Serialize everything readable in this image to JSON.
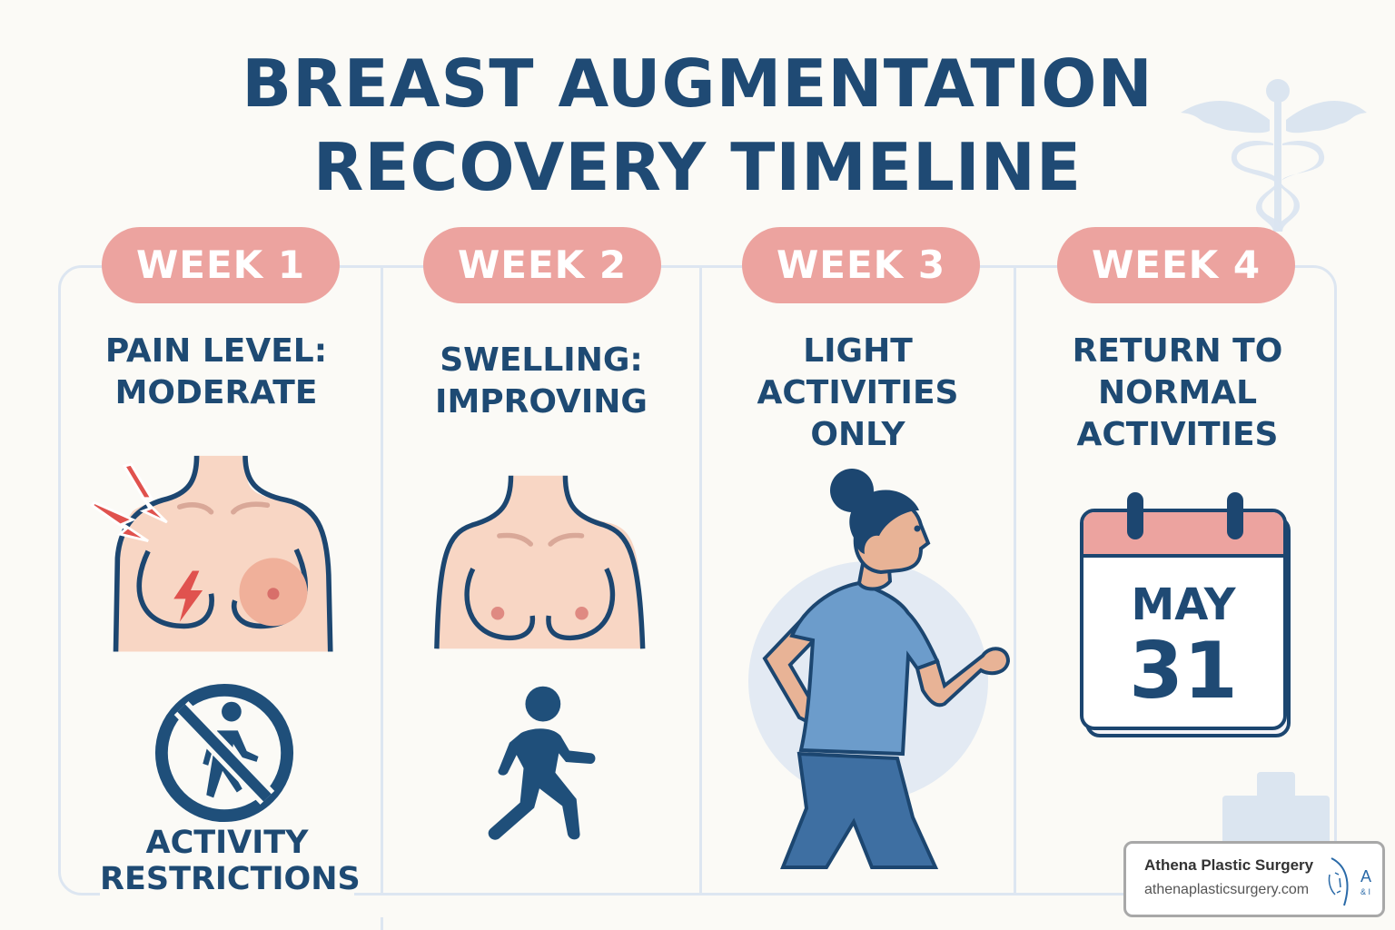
{
  "title": {
    "line1": "BREAST AUGMENTATION",
    "line2": "RECOVERY TIMELINE"
  },
  "colors": {
    "navy": "#1f4a74",
    "pill": "#eca39f",
    "divider": "#dde6f1",
    "background": "#fbfaf6",
    "skin": "#f8d6c4",
    "pain_red": "#e0524e",
    "shirt": "#6c9ccb",
    "pants": "#3e6fa2"
  },
  "weeks": [
    {
      "label": "WEEK 1",
      "heading_lines": [
        "PAIN LEVEL:",
        "MODERATE"
      ],
      "illustration": "torso-with-pain-icon",
      "secondary_icon": "no-walking-icon",
      "subheading_lines": [
        "ACTIVITY",
        "RESTRICTIONS"
      ]
    },
    {
      "label": "WEEK 2",
      "heading_lines": [
        "SWELLING:",
        "IMPROVING"
      ],
      "illustration": "torso-icon",
      "secondary_icon": "walking-person-icon"
    },
    {
      "label": "WEEK 3",
      "heading_lines": [
        "LIGHT",
        "ACTIVITIES",
        "ONLY"
      ],
      "illustration": "woman-jogging-icon"
    },
    {
      "label": "WEEK 4",
      "heading_lines": [
        "RETURN TO",
        "NORMAL",
        "ACTIVITIES"
      ],
      "illustration": "calendar-icon",
      "calendar": {
        "month": "MAY",
        "day": "31"
      }
    }
  ],
  "decorations": {
    "top_right": "caduceus-icon",
    "bottom_right": "medical-cross-icon"
  },
  "brand": {
    "name": "Athena Plastic Surgery",
    "url": "athenaplasticsurgery.com",
    "logo_letters": "A",
    "logo_sub": "& I"
  }
}
